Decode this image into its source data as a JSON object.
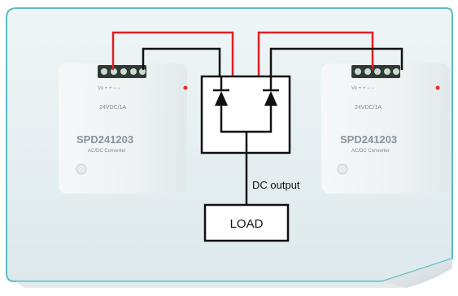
{
  "diagram": {
    "dc_output_label": "DC output",
    "load_label": "LOAD",
    "psu_left": {
      "model_text": "SPD241203",
      "sub_text": "AC/DC Converter",
      "rating_text": "24VDC/1A"
    },
    "psu_right": {
      "model_text": "SPD241203",
      "sub_text": "AC/DC Converter",
      "rating_text": "24VDC/1A"
    }
  },
  "colors": {
    "wire_red": "#e01f26",
    "wire_black": "#111111",
    "panel_bg": "#e4eef0",
    "panel_border": "#5bbcc4"
  }
}
